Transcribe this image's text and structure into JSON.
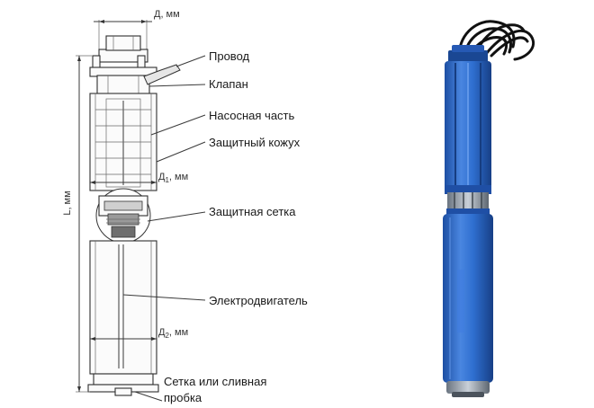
{
  "dimensions": {
    "d": "Д, мм",
    "d1": "Д",
    "d1_sub": "1",
    "d1_unit": ", мм",
    "d2": "Д",
    "d2_sub": "2",
    "d2_unit": ", мм",
    "length": "L, мм"
  },
  "callouts": [
    {
      "id": "wire",
      "text": "Провод"
    },
    {
      "id": "valve",
      "text": "Клапан"
    },
    {
      "id": "pump",
      "text": "Насосная часть"
    },
    {
      "id": "casing",
      "text": "Защитный кожух"
    },
    {
      "id": "screen",
      "text": "Защитная сетка"
    },
    {
      "id": "motor",
      "text": "Электродвигатель"
    },
    {
      "id": "drain1",
      "text": "Сетка или сливная"
    },
    {
      "id": "drain2",
      "text": "пробка"
    }
  ],
  "colors": {
    "pump_blue": "#2f6fd0",
    "pump_blue_dark": "#1d4fa3",
    "pump_blue_light": "#5b93e6",
    "cable": "#111111",
    "line": "#3a3a3a"
  }
}
